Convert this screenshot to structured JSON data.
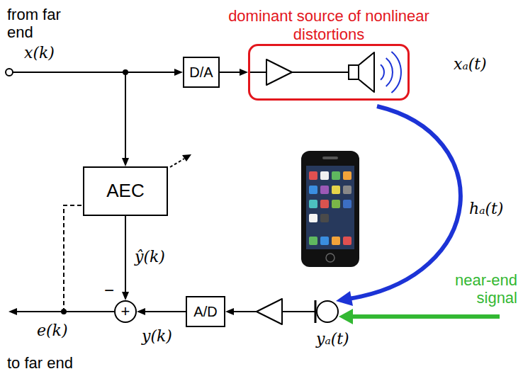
{
  "diagram": {
    "nodes": [
      {
        "text": [
          "D/A"
        ]
      },
      {
        "text": [
          "dominant source of nonlinear distortions"
        ]
      },
      {
        "text": [
          "AEC"
        ]
      },
      {
        "text": [
          "+"
        ]
      },
      {
        "text": [
          "A/D"
        ]
      }
    ],
    "edges": [
      {
        "from": 0,
        "to": 1,
        "arrow": "to"
      },
      {
        "from": 2,
        "to": 3,
        "arrow": "to",
        "label": "ŷ(k)"
      },
      {
        "from": 4,
        "to": 3,
        "arrow": "to"
      },
      {
        "from": 3,
        "to": 2,
        "arrow": "none"
      }
    ],
    "labels": [
      "from far end",
      "x(k)",
      "xₐ(t)",
      "hₐ(t)",
      "near-end signal",
      "yₐ(t)",
      "y(k)",
      "−",
      "e(k)",
      "to far end"
    ]
  }
}
